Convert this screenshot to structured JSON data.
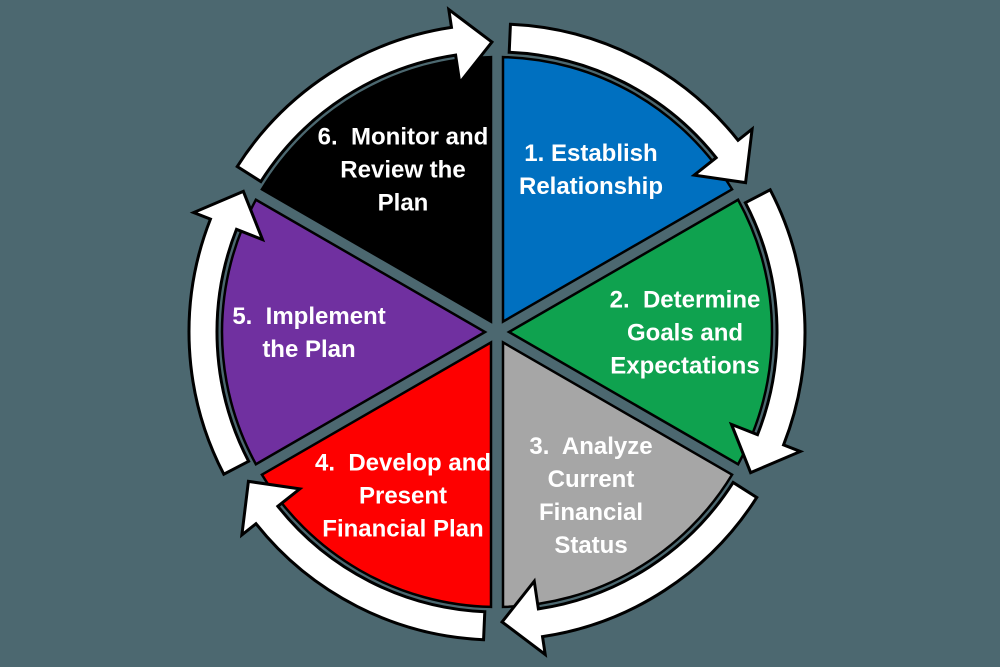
{
  "diagram": {
    "type": "segmented-cycle",
    "direction": "clockwise",
    "background_color": "#4C6870",
    "arrow_fill": "#FFFFFF",
    "outline_color": "#000000",
    "label_color": "#FFFFFF",
    "segments": [
      {
        "step": "1",
        "label": "1. Establish Relationship",
        "lines": [
          "1. Establish",
          "Relationship"
        ],
        "color": "#0070C0",
        "color_name": "blue"
      },
      {
        "step": "2",
        "label": "2.  Determine Goals and Expectations",
        "lines": [
          "2.  Determine",
          "Goals and",
          "Expectations"
        ],
        "color": "#0FA24F",
        "color_name": "green"
      },
      {
        "step": "3",
        "label": "3.  Analyze Current Financial Status",
        "lines": [
          "3.  Analyze",
          "Current",
          "Financial",
          "Status"
        ],
        "color": "#A6A6A6",
        "color_name": "gray"
      },
      {
        "step": "4",
        "label": "4.  Develop and Present Financial Plan",
        "lines": [
          "4.  Develop and",
          "Present",
          "Financial Plan"
        ],
        "color": "#FE0000",
        "color_name": "red"
      },
      {
        "step": "5",
        "label": "5.  Implement the Plan",
        "lines": [
          "5.  Implement",
          "the Plan"
        ],
        "color": "#7030A0",
        "color_name": "purple"
      },
      {
        "step": "6",
        "label": "6.  Monitor and Review the Plan",
        "lines": [
          "6.  Monitor and",
          "Review the",
          "Plan"
        ],
        "color": "#000000",
        "color_name": "black"
      }
    ]
  }
}
